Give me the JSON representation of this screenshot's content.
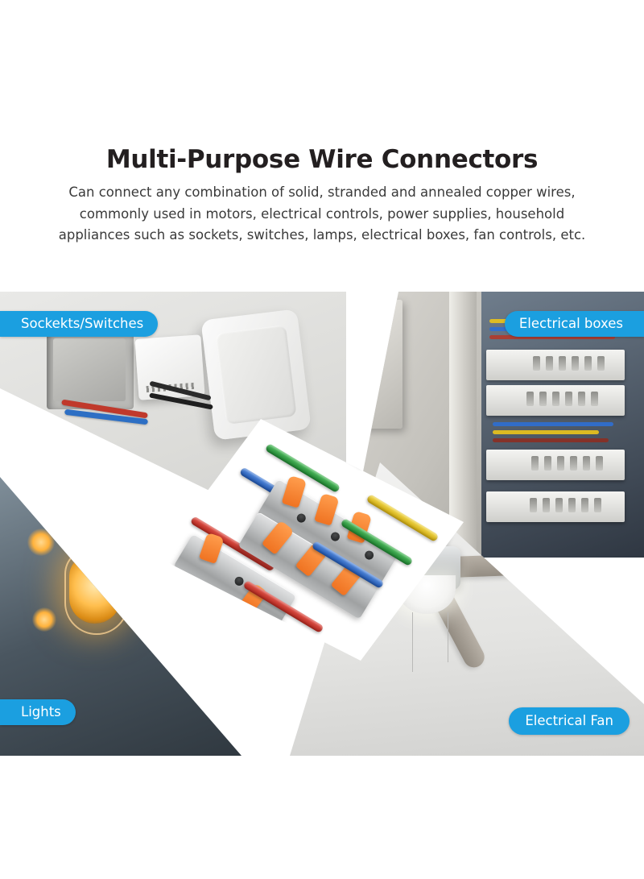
{
  "header": {
    "title": "Multi-Purpose Wire Connectors",
    "description": "Can connect any combination of solid, stranded and annealed copper wires, commonly used in motors, electrical controls, power supplies, household appliances such as sockets, switches, lamps, electrical boxes, fan controls, etc."
  },
  "collage": {
    "labels": {
      "top_left": "Sockekts/Switches",
      "top_right": "Electrical boxes",
      "bottom_left": "Lights",
      "bottom_right": "Electrical Fan"
    },
    "scenes": {
      "top_left": "wall-switch-with-back-box-and-relay-module",
      "top_right": "electrical-distribution-panel-with-breakers",
      "bottom_left": "cage-pendant-filament-lights",
      "bottom_right": "five-blade-ceiling-fan-with-light"
    }
  },
  "product": {
    "name": "lever-wire-connectors",
    "wire_colors": [
      "#d1332e",
      "#2f6fd0",
      "#2f9e3f",
      "#e8c21c"
    ],
    "lever_color": "#ef7322",
    "body_color": "#b9bbbc"
  },
  "colors": {
    "badge_blue": "#1b9fe0",
    "title_text": "#231f20",
    "body_text": "#3a3a3a",
    "background": "#ffffff"
  }
}
